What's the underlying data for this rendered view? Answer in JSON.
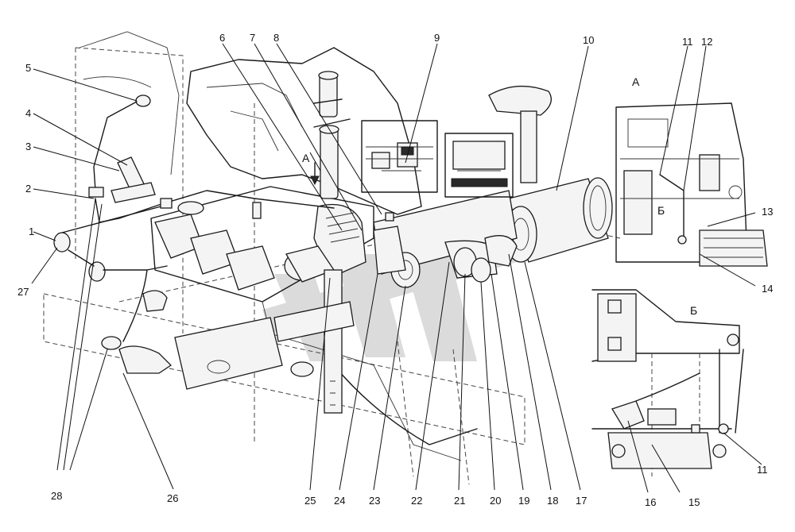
{
  "diagram": {
    "view_labels": {
      "a_main": "А",
      "a_detail": "А",
      "b_in_a": "Б",
      "b_detail": "Б"
    },
    "callouts": [
      "1",
      "2",
      "3",
      "4",
      "5",
      "6",
      "7",
      "8",
      "9",
      "10",
      "11",
      "12",
      "13",
      "14",
      "15",
      "16",
      "17",
      "18",
      "19",
      "20",
      "21",
      "22",
      "23",
      "24",
      "25",
      "26",
      "27",
      "28"
    ],
    "callout_11_second": "11",
    "colors": {
      "line": "#1a1a1a",
      "watermark": "#b8b8b8",
      "paper": "#ffffff"
    }
  }
}
